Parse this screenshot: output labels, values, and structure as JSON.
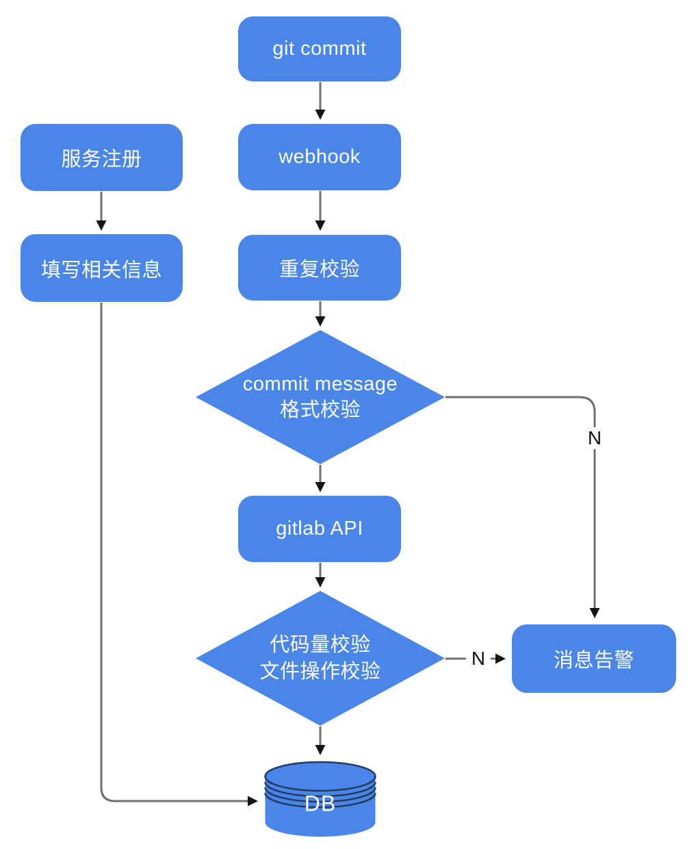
{
  "diagram": {
    "colors": {
      "node_fill": "#4a86e8",
      "node_text": "#ffffff",
      "connector": "#6e6e6e",
      "arrowhead": "#151515",
      "db_rings": "#233a5e",
      "background": "#ffffff"
    },
    "nodes": {
      "git_commit": {
        "label": "git commit"
      },
      "webhook": {
        "label": "webhook"
      },
      "duplicate_check": {
        "label": "重复校验"
      },
      "commit_message_check": {
        "line1": "commit message",
        "line2": "格式校验"
      },
      "gitlab_api": {
        "label": "gitlab API"
      },
      "code_volume_check": {
        "line1": "代码量校验",
        "line2": "文件操作校验"
      },
      "service_register": {
        "label": "服务注册"
      },
      "fill_related_info": {
        "label": "填写相关信息"
      },
      "message_alert": {
        "label": "消息告警"
      },
      "db": {
        "label": "DB"
      }
    },
    "edge_labels": {
      "commit_message_no": "N",
      "code_check_no": "N"
    }
  }
}
